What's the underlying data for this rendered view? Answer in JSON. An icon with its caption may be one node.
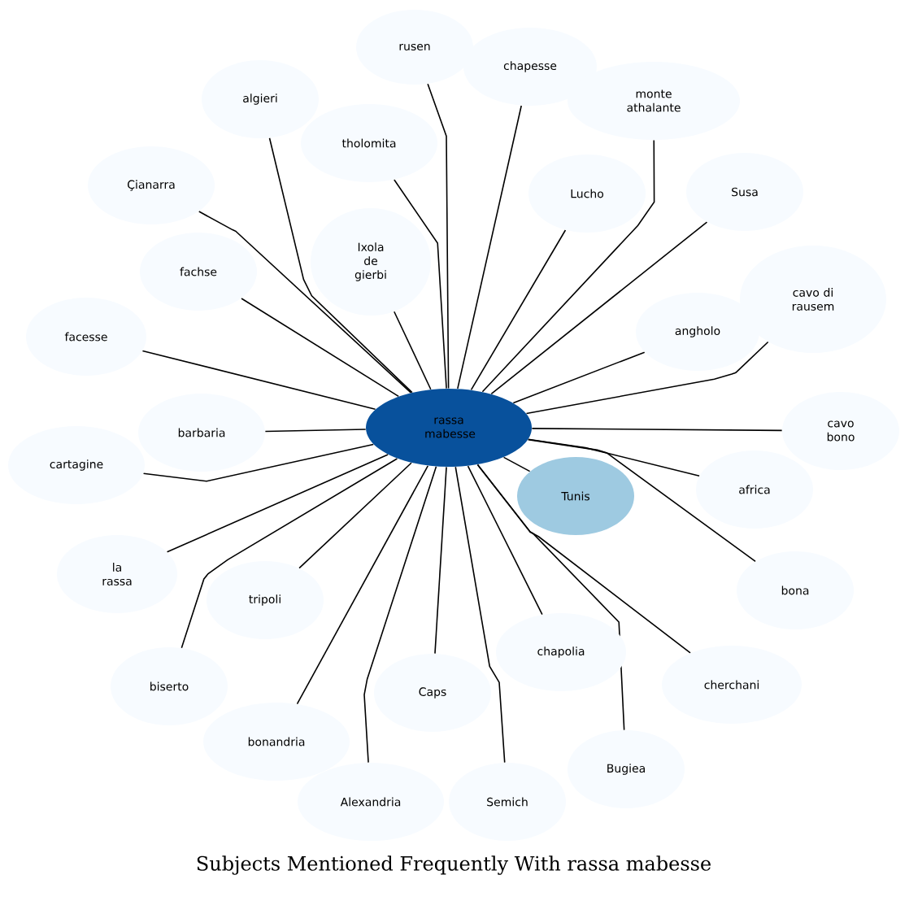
{
  "diagram": {
    "title": "Subjects Mentioned Frequently With rassa mabesse",
    "nodes": [
      {
        "text": [
          "rassa mabesse"
        ]
      },
      {
        "text": [
          "rusen"
        ]
      },
      {
        "text": [
          "chapesse"
        ]
      },
      {
        "text": [
          "algieri"
        ]
      },
      {
        "text": [
          "monte athalante"
        ]
      },
      {
        "text": [
          "tholomita"
        ]
      },
      {
        "text": [
          "Çianarra"
        ]
      },
      {
        "text": [
          "Lucho"
        ]
      },
      {
        "text": [
          "Susa"
        ]
      },
      {
        "text": [
          "Ixola de gierbi"
        ]
      },
      {
        "text": [
          "fachse"
        ]
      },
      {
        "text": [
          "cavo di rausem"
        ]
      },
      {
        "text": [
          "angholo"
        ]
      },
      {
        "text": [
          "facesse"
        ]
      },
      {
        "text": [
          "barbaria"
        ]
      },
      {
        "text": [
          "cartagine"
        ]
      },
      {
        "text": [
          "cavo bono"
        ]
      },
      {
        "text": [
          "Tunis"
        ]
      },
      {
        "text": [
          "africa"
        ]
      },
      {
        "text": [
          "la rassa"
        ]
      },
      {
        "text": [
          "tripoli"
        ]
      },
      {
        "text": [
          "bona"
        ]
      },
      {
        "text": [
          "chapolia"
        ]
      },
      {
        "text": [
          "biserto"
        ]
      },
      {
        "text": [
          "Caps"
        ]
      },
      {
        "text": [
          "cherchani"
        ]
      },
      {
        "text": [
          "bonandria"
        ]
      },
      {
        "text": [
          "Bugiea"
        ]
      },
      {
        "text": [
          "Alexandria"
        ]
      },
      {
        "text": [
          "Semich"
        ]
      }
    ],
    "edges": [
      {
        "from": 0,
        "to": 1,
        "arrow": "none"
      },
      {
        "from": 0,
        "to": 2,
        "arrow": "none"
      },
      {
        "from": 0,
        "to": 3,
        "arrow": "none"
      },
      {
        "from": 0,
        "to": 4,
        "arrow": "none"
      },
      {
        "from": 0,
        "to": 5,
        "arrow": "none"
      },
      {
        "from": 0,
        "to": 6,
        "arrow": "none"
      },
      {
        "from": 0,
        "to": 7,
        "arrow": "none"
      },
      {
        "from": 0,
        "to": 8,
        "arrow": "none"
      },
      {
        "from": 0,
        "to": 9,
        "arrow": "none"
      },
      {
        "from": 0,
        "to": 10,
        "arrow": "none"
      },
      {
        "from": 0,
        "to": 11,
        "arrow": "none"
      },
      {
        "from": 0,
        "to": 12,
        "arrow": "none"
      },
      {
        "from": 0,
        "to": 13,
        "arrow": "none"
      },
      {
        "from": 0,
        "to": 14,
        "arrow": "none"
      },
      {
        "from": 0,
        "to": 15,
        "arrow": "none"
      },
      {
        "from": 0,
        "to": 16,
        "arrow": "none"
      },
      {
        "from": 0,
        "to": 17,
        "arrow": "none"
      },
      {
        "from": 0,
        "to": 18,
        "arrow": "none"
      },
      {
        "from": 0,
        "to": 19,
        "arrow": "none"
      },
      {
        "from": 0,
        "to": 20,
        "arrow": "none"
      },
      {
        "from": 0,
        "to": 21,
        "arrow": "none"
      },
      {
        "from": 0,
        "to": 22,
        "arrow": "none"
      },
      {
        "from": 0,
        "to": 23,
        "arrow": "none"
      },
      {
        "from": 0,
        "to": 24,
        "arrow": "none"
      },
      {
        "from": 0,
        "to": 25,
        "arrow": "none"
      },
      {
        "from": 0,
        "to": 26,
        "arrow": "none"
      },
      {
        "from": 0,
        "to": 27,
        "arrow": "none"
      },
      {
        "from": 0,
        "to": 28,
        "arrow": "none"
      },
      {
        "from": 0,
        "to": 29,
        "arrow": "none"
      }
    ]
  }
}
